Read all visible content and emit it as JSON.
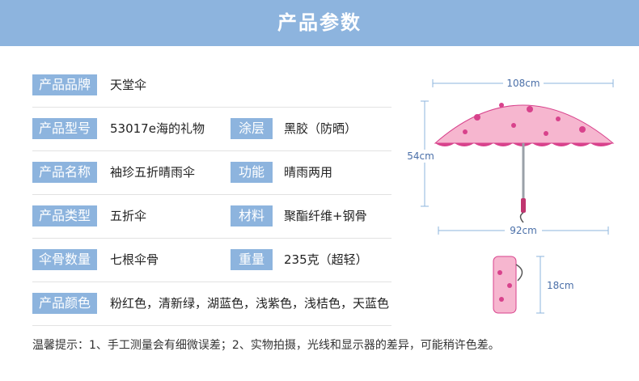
{
  "header": {
    "title": "产品参数"
  },
  "specs": [
    {
      "label": "产品品牌",
      "value": "天堂伞"
    },
    {
      "label": "产品型号",
      "value": "53017e海的礼物",
      "label2": "涂层",
      "value2": "黑胶（防晒）"
    },
    {
      "label": "产品名称",
      "value": "袖珍五折晴雨伞",
      "label2": "功能",
      "value2": "晴雨两用"
    },
    {
      "label": "产品类型",
      "value": "五折伞",
      "label2": "材料",
      "value2": "聚酯纤维+钢骨"
    },
    {
      "label": "伞骨数量",
      "value": "七根伞骨",
      "label2": "重量",
      "value2": "235克（超轻）"
    },
    {
      "label": "产品颜色",
      "value": "粉红色，清新绿，湖蓝色，浅紫色，浅桔色，天蓝色"
    }
  ],
  "dimensions": {
    "width_top": "108cm",
    "height": "54cm",
    "width_bottom": "92cm",
    "folded": "18cm"
  },
  "notice": "温馨提示：1、手工测量会有细微误差；2、实物拍摄，光线和显示器的差异，可能稍许色差。",
  "colors": {
    "accent": "#8db4de",
    "umbrella_pink": "#f6b6cf",
    "umbrella_rose": "#d8428c"
  }
}
